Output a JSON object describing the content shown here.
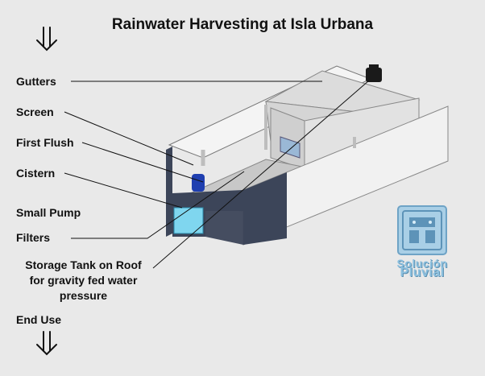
{
  "title": "Rainwater Harvesting at Isla Urbana",
  "labels": {
    "gutters": "Gutters",
    "screen": "Screen",
    "first_flush": "First Flush",
    "cistern": "Cistern",
    "small_pump": "Small Pump",
    "filters": "Filters",
    "storage_line1": "Storage Tank on Roof",
    "storage_line2": "for gravity fed water",
    "storage_line3": "pressure",
    "end_use": "End Use"
  },
  "logo": {
    "line1": "Solución",
    "line2": "Pluvial"
  },
  "icons": {
    "top_arrow": "down-arrow-icon",
    "bottom_arrow": "down-arrow-icon"
  },
  "colors": {
    "background": "#e9e9e9",
    "wall_dark": "#3c4559",
    "water": "#7fd6ef",
    "pump": "#1f3fb0",
    "logo": "#8cc0df"
  }
}
